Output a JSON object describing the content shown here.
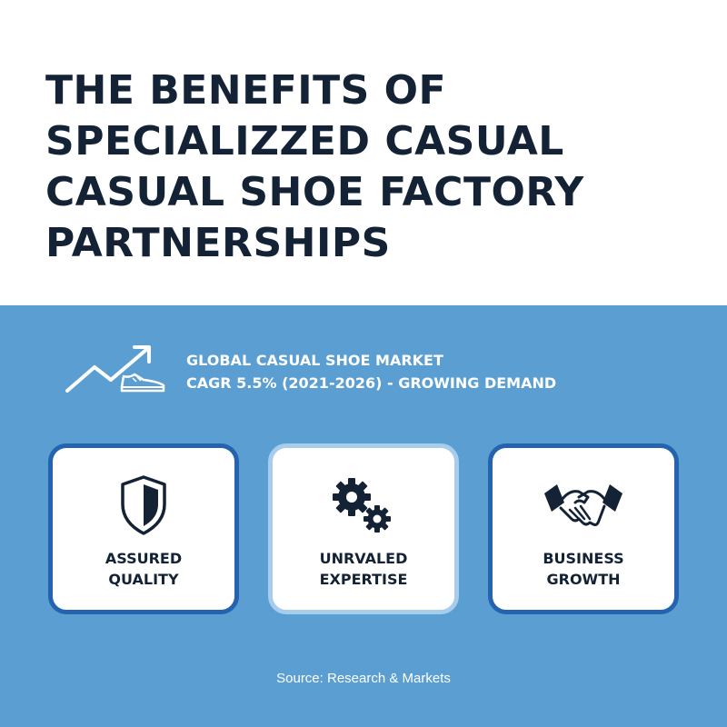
{
  "header": {
    "title_lines": [
      "THE BENEFITS OF",
      "SPECIALIZZED CASUAL",
      "CASUAL SHOE FACTORY",
      "PARTNERSHIPS"
    ]
  },
  "market": {
    "icon": "growth-arrow-shoe-icon",
    "line1": "GLOBAL CASUAL SHOE MARKET",
    "line2": "CAGR 5.5% (2021-2026) - GROWING DEMAND"
  },
  "cards": [
    {
      "icon": "shield-icon",
      "line1": "ASSURED",
      "line2": "QUALITY"
    },
    {
      "icon": "gears-icon",
      "line1": "UNRVALED",
      "line2": "EXPERTISE"
    },
    {
      "icon": "handshake-icon",
      "line1": "BUSINESS",
      "line2": "GROWTH"
    }
  ],
  "footer": {
    "source": "Source: Research & Markets"
  },
  "colors": {
    "title_text": "#142236",
    "blue_background": "#5b9ed2",
    "card_border": "#2563b0",
    "card_border_highlight": "#a8ccec"
  }
}
